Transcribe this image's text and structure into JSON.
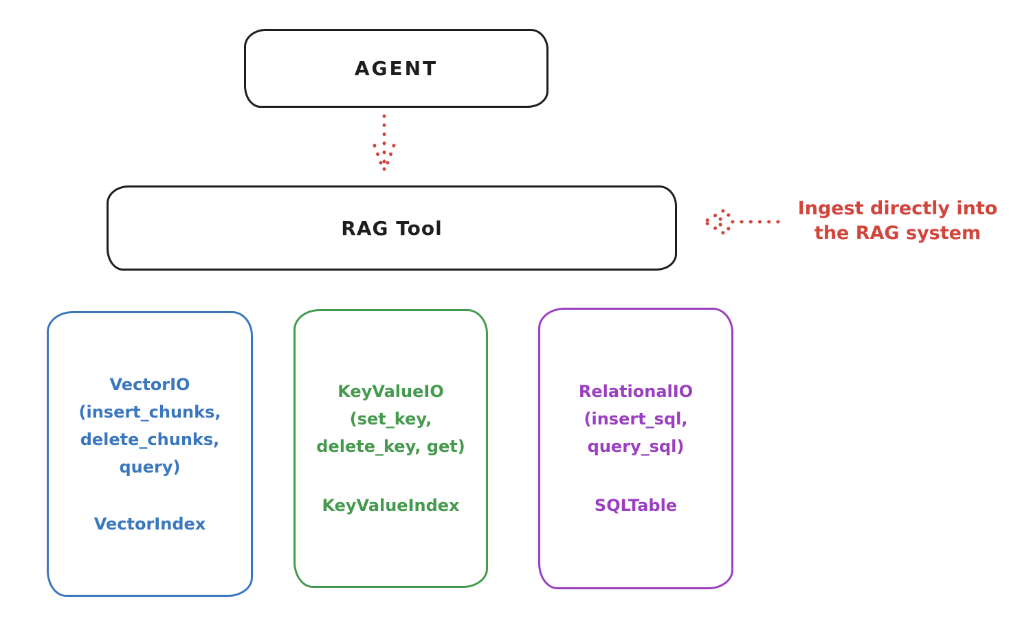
{
  "diagram": {
    "agent": {
      "label": "AGENT"
    },
    "rag_tool": {
      "label": "RAG Tool"
    },
    "agent_to_rag_arrow": {
      "style": "dotted",
      "color": "#d1453d",
      "direction": "down"
    },
    "annotation": {
      "text": "Ingest directly into\nthe RAG system",
      "arrow_direction": "left",
      "color": "#d1453d"
    },
    "providers": [
      {
        "id": "vector-io",
        "color": "#3a77be",
        "api": "VectorIO\n(insert_chunks,\ndelete_chunks,\nquery)",
        "index": "VectorIndex"
      },
      {
        "id": "keyvalue-io",
        "color": "#459a4e",
        "api": "KeyValueIO\n(set_key,\ndelete_key, get)",
        "index": "KeyValueIndex"
      },
      {
        "id": "relational-io",
        "color": "#9a3fc1",
        "api": "RelationalIO\n(insert_sql,\nquery_sql)",
        "index": "SQLTable"
      }
    ]
  }
}
